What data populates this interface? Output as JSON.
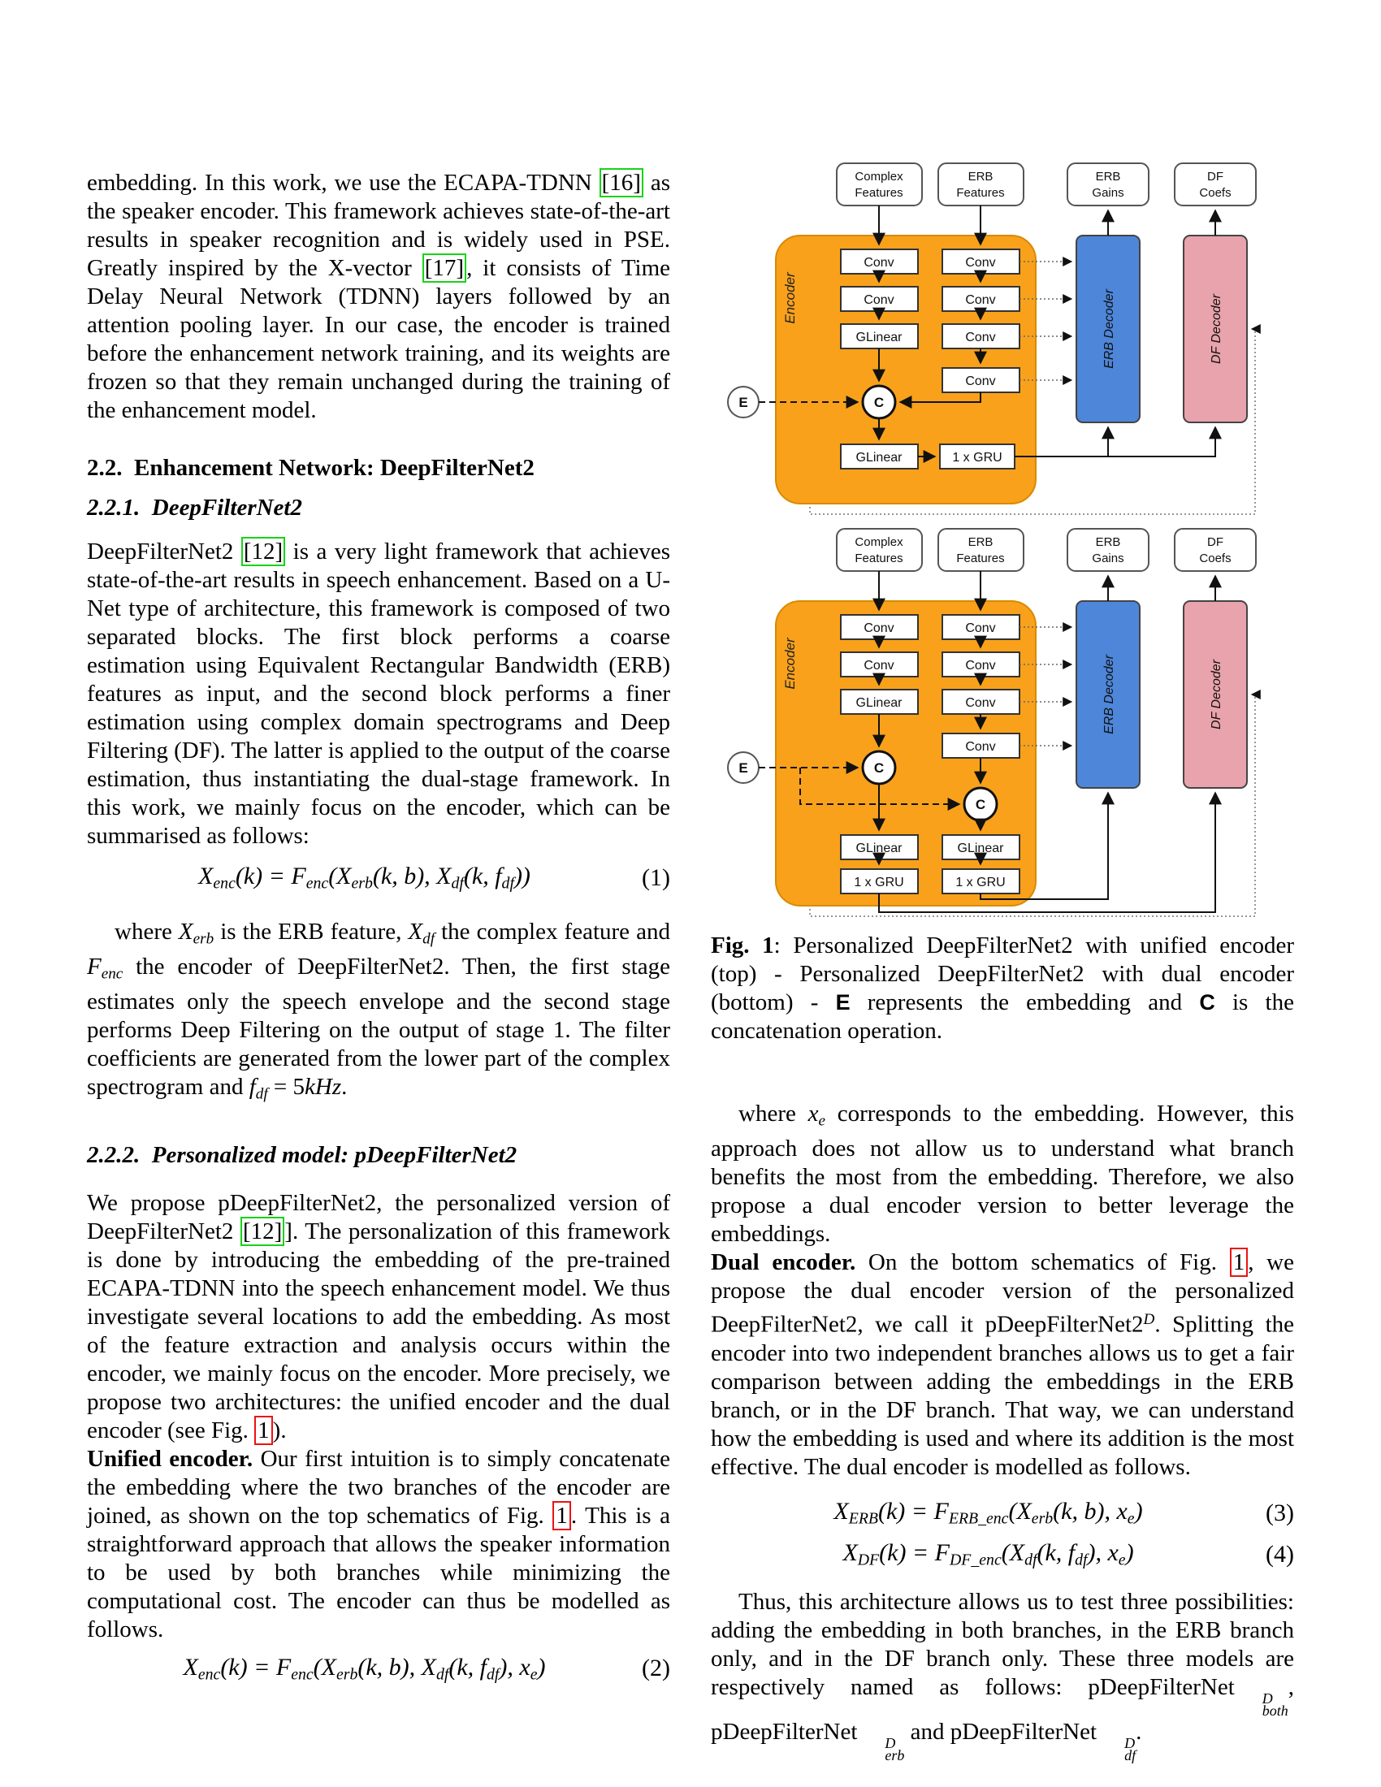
{
  "left_column": {
    "para1": [
      [
        "t",
        "embedding.  In this work, we use the ECAPA-TDNN "
      ],
      [
        "cg",
        "[16]"
      ],
      [
        "t",
        " as the speaker encoder.  This framework achieves state-of-the-art results in speaker recognition and is widely used in PSE. Greatly inspired by the X-vector "
      ],
      [
        "cg",
        "[17]"
      ],
      [
        "t",
        ", it consists of Time Delay Neural Network (TDNN) layers followed by an attention pooling layer.  In our case, the encoder is trained before the enhancement network training, and its weights are frozen so that they remain unchanged during the training of the enhancement model."
      ]
    ],
    "heading_2_2": "2.2.  Enhancement Network: DeepFilterNet2",
    "heading_2_2_1": "2.2.1.  DeepFilterNet2",
    "para2": [
      [
        "t",
        "DeepFilterNet2 "
      ],
      [
        "cg",
        "[12]"
      ],
      [
        "t",
        " is a very light framework that achieves state-of-the-art results in speech enhancement.  Based on a U-Net type of architecture, this framework is composed of two separated blocks.  The first block performs a coarse estimation using Equivalent Rectangular Bandwidth (ERB) features as input, and the second block performs a finer estimation using complex domain spectrograms and Deep Filtering (DF). The latter is applied to the output of the coarse estimation, thus instantiating the dual-stage framework.  In this work, we mainly focus on the encoder, which can be summarised as follows:"
      ]
    ],
    "eq1": {
      "segments": [
        [
          "m",
          "X"
        ],
        [
          "sub",
          "enc"
        ],
        [
          "m",
          "(k) = F"
        ],
        [
          "sub",
          "enc"
        ],
        [
          "m",
          "(X"
        ],
        [
          "sub",
          "erb"
        ],
        [
          "m",
          "(k, b), X"
        ],
        [
          "sub",
          "df"
        ],
        [
          "m",
          "(k, f"
        ],
        [
          "sub",
          "df"
        ],
        [
          "m",
          "))"
        ]
      ],
      "number": "(1)"
    },
    "para3": [
      [
        "t",
        "where "
      ],
      [
        "m",
        "X"
      ],
      [
        "sub",
        "erb"
      ],
      [
        "t",
        " is the ERB feature, "
      ],
      [
        "m",
        "X"
      ],
      [
        "sub",
        "df"
      ],
      [
        "t",
        " the complex feature and "
      ],
      [
        "m",
        "F"
      ],
      [
        "sub",
        "enc"
      ],
      [
        "t",
        " the encoder of DeepFilterNet2.  Then, the first stage estimates only the speech envelope and the second stage performs Deep Filtering on the output of stage 1.  The filter coefficients are generated from the lower part of the complex spectrogram and "
      ],
      [
        "m",
        "f"
      ],
      [
        "sub",
        "df"
      ],
      [
        "t",
        " = 5"
      ],
      [
        "m",
        "kHz"
      ],
      [
        "t",
        "."
      ]
    ],
    "heading_2_2_2": "2.2.2.  Personalized model: pDeepFilterNet2",
    "para4a": [
      [
        "t",
        "We propose pDeepFilterNet2, the personalized version of DeepFilterNet2 "
      ],
      [
        "cg",
        "[12]"
      ],
      [
        "t",
        "].  The personalization of this framework is done by introducing the embedding of the pre-trained ECAPA-TDNN into the speech enhancement model.  We thus investigate several locations to add the embedding.  As most of the feature extraction and analysis occurs within the encoder, we mainly focus on the encoder.  More precisely, we propose two architectures:  the unified encoder and the dual encoder (see Fig. "
      ],
      [
        "cr",
        "1"
      ],
      [
        "t",
        ")."
      ]
    ],
    "para4b": [
      [
        "b",
        "Unified encoder."
      ],
      [
        "t",
        "  Our first intuition is to simply concatenate the embedding where the two branches of the encoder are joined, as shown on the top schematics of Fig. "
      ],
      [
        "cr",
        "1"
      ],
      [
        "t",
        ".  This is a straightforward approach that allows the speaker information to be used by both branches while minimizing the computational cost. The encoder can thus be modelled as follows."
      ]
    ],
    "eq2": {
      "segments": [
        [
          "m",
          "X"
        ],
        [
          "sub",
          "enc"
        ],
        [
          "m",
          "(k) = F"
        ],
        [
          "sub",
          "enc"
        ],
        [
          "m",
          "(X"
        ],
        [
          "sub",
          "erb"
        ],
        [
          "m",
          "(k, b), X"
        ],
        [
          "sub",
          "df"
        ],
        [
          "m",
          "(k, f"
        ],
        [
          "sub",
          "df"
        ],
        [
          "m",
          "), x"
        ],
        [
          "sub",
          "e"
        ],
        [
          "m",
          ")"
        ]
      ],
      "number": "(2)"
    }
  },
  "right_column": {
    "caption": [
      [
        "b",
        "Fig. 1"
      ],
      [
        "t",
        ":  Personalized DeepFilterNet2 with unified encoder (top) - Personalized DeepFilterNet2 with dual encoder (bottom) - "
      ],
      [
        "bs",
        "E"
      ],
      [
        "t",
        " represents the embedding and "
      ],
      [
        "bs",
        "C"
      ],
      [
        "t",
        " is the concatenation operation."
      ]
    ],
    "para5a": [
      [
        "t",
        "where "
      ],
      [
        "m",
        "x"
      ],
      [
        "sub",
        "e"
      ],
      [
        "t",
        " corresponds to the embedding.  However, this approach does not allow us to understand what branch benefits the most from the embedding. Therefore, we also propose a dual encoder version to better leverage the embeddings."
      ]
    ],
    "para5b": [
      [
        "b",
        "Dual encoder."
      ],
      [
        "t",
        "  On the bottom schematics of Fig. "
      ],
      [
        "cr",
        "1"
      ],
      [
        "t",
        ", we propose the dual encoder version of the personalized DeepFilterNet2, we call it pDeepFilterNet2"
      ],
      [
        "sup",
        "D"
      ],
      [
        "t",
        ".  Splitting the encoder into two independent branches allows us to get a fair comparison between adding the embeddings in the ERB branch, or in the DF branch.  That way, we can understand how the embedding is used and where its addition is the most effective.  The dual encoder is modelled as follows."
      ]
    ],
    "eq3": {
      "segments": [
        [
          "m",
          "X"
        ],
        [
          "sub",
          "ERB"
        ],
        [
          "m",
          "(k) = F"
        ],
        [
          "sub",
          "ERB_enc"
        ],
        [
          "m",
          "(X"
        ],
        [
          "sub",
          "erb"
        ],
        [
          "m",
          "(k, b), x"
        ],
        [
          "sub",
          "e"
        ],
        [
          "m",
          ")"
        ]
      ],
      "number": "(3)"
    },
    "eq4": {
      "segments": [
        [
          "m",
          "X"
        ],
        [
          "sub",
          "DF"
        ],
        [
          "m",
          "(k) = F"
        ],
        [
          "sub",
          "DF_enc"
        ],
        [
          "m",
          "(X"
        ],
        [
          "sub",
          "df"
        ],
        [
          "m",
          "(k, f"
        ],
        [
          "sub",
          "df"
        ],
        [
          "m",
          "), x"
        ],
        [
          "sub",
          "e"
        ],
        [
          "m",
          ")"
        ]
      ],
      "number": "(4)"
    },
    "para6": [
      [
        "t",
        "Thus, this architecture allows us to test three possibilities:  adding the embedding in both branches, in the ERB branch only, and in the DF branch only.  These three models are respectively named as follows:  pDeepFilterNet"
      ],
      [
        "ss",
        "D|both"
      ],
      [
        "t",
        ", pDeepFilterNet"
      ],
      [
        "ss",
        "D|erb"
      ],
      [
        "t",
        " and pDeepFilterNet"
      ],
      [
        "ss",
        "D|df"
      ],
      [
        "t",
        "."
      ]
    ]
  },
  "figure": {
    "colors": {
      "encoder_fill": "#F9A11B",
      "encoder_stroke": "#D88A00",
      "erb_decoder_fill": "#4E86D9",
      "df_decoder_fill": "#E9A3AC",
      "citation_green": "#17d417",
      "figref_red": "#ee1111"
    },
    "labels": {
      "complex1": "Complex",
      "complex2": "Features",
      "erbf1": "ERB",
      "erbf2": "Features",
      "gains1": "ERB",
      "gains2": "Gains",
      "coefs1": "DF",
      "coefs2": "Coefs",
      "conv": "Conv",
      "glinear": "GLinear",
      "gru": "1 x GRU",
      "concat": "C",
      "embedding": "E",
      "encoder": "Encoder",
      "erb_decoder": "ERB Decoder",
      "df_decoder": "DF Decoder"
    }
  }
}
